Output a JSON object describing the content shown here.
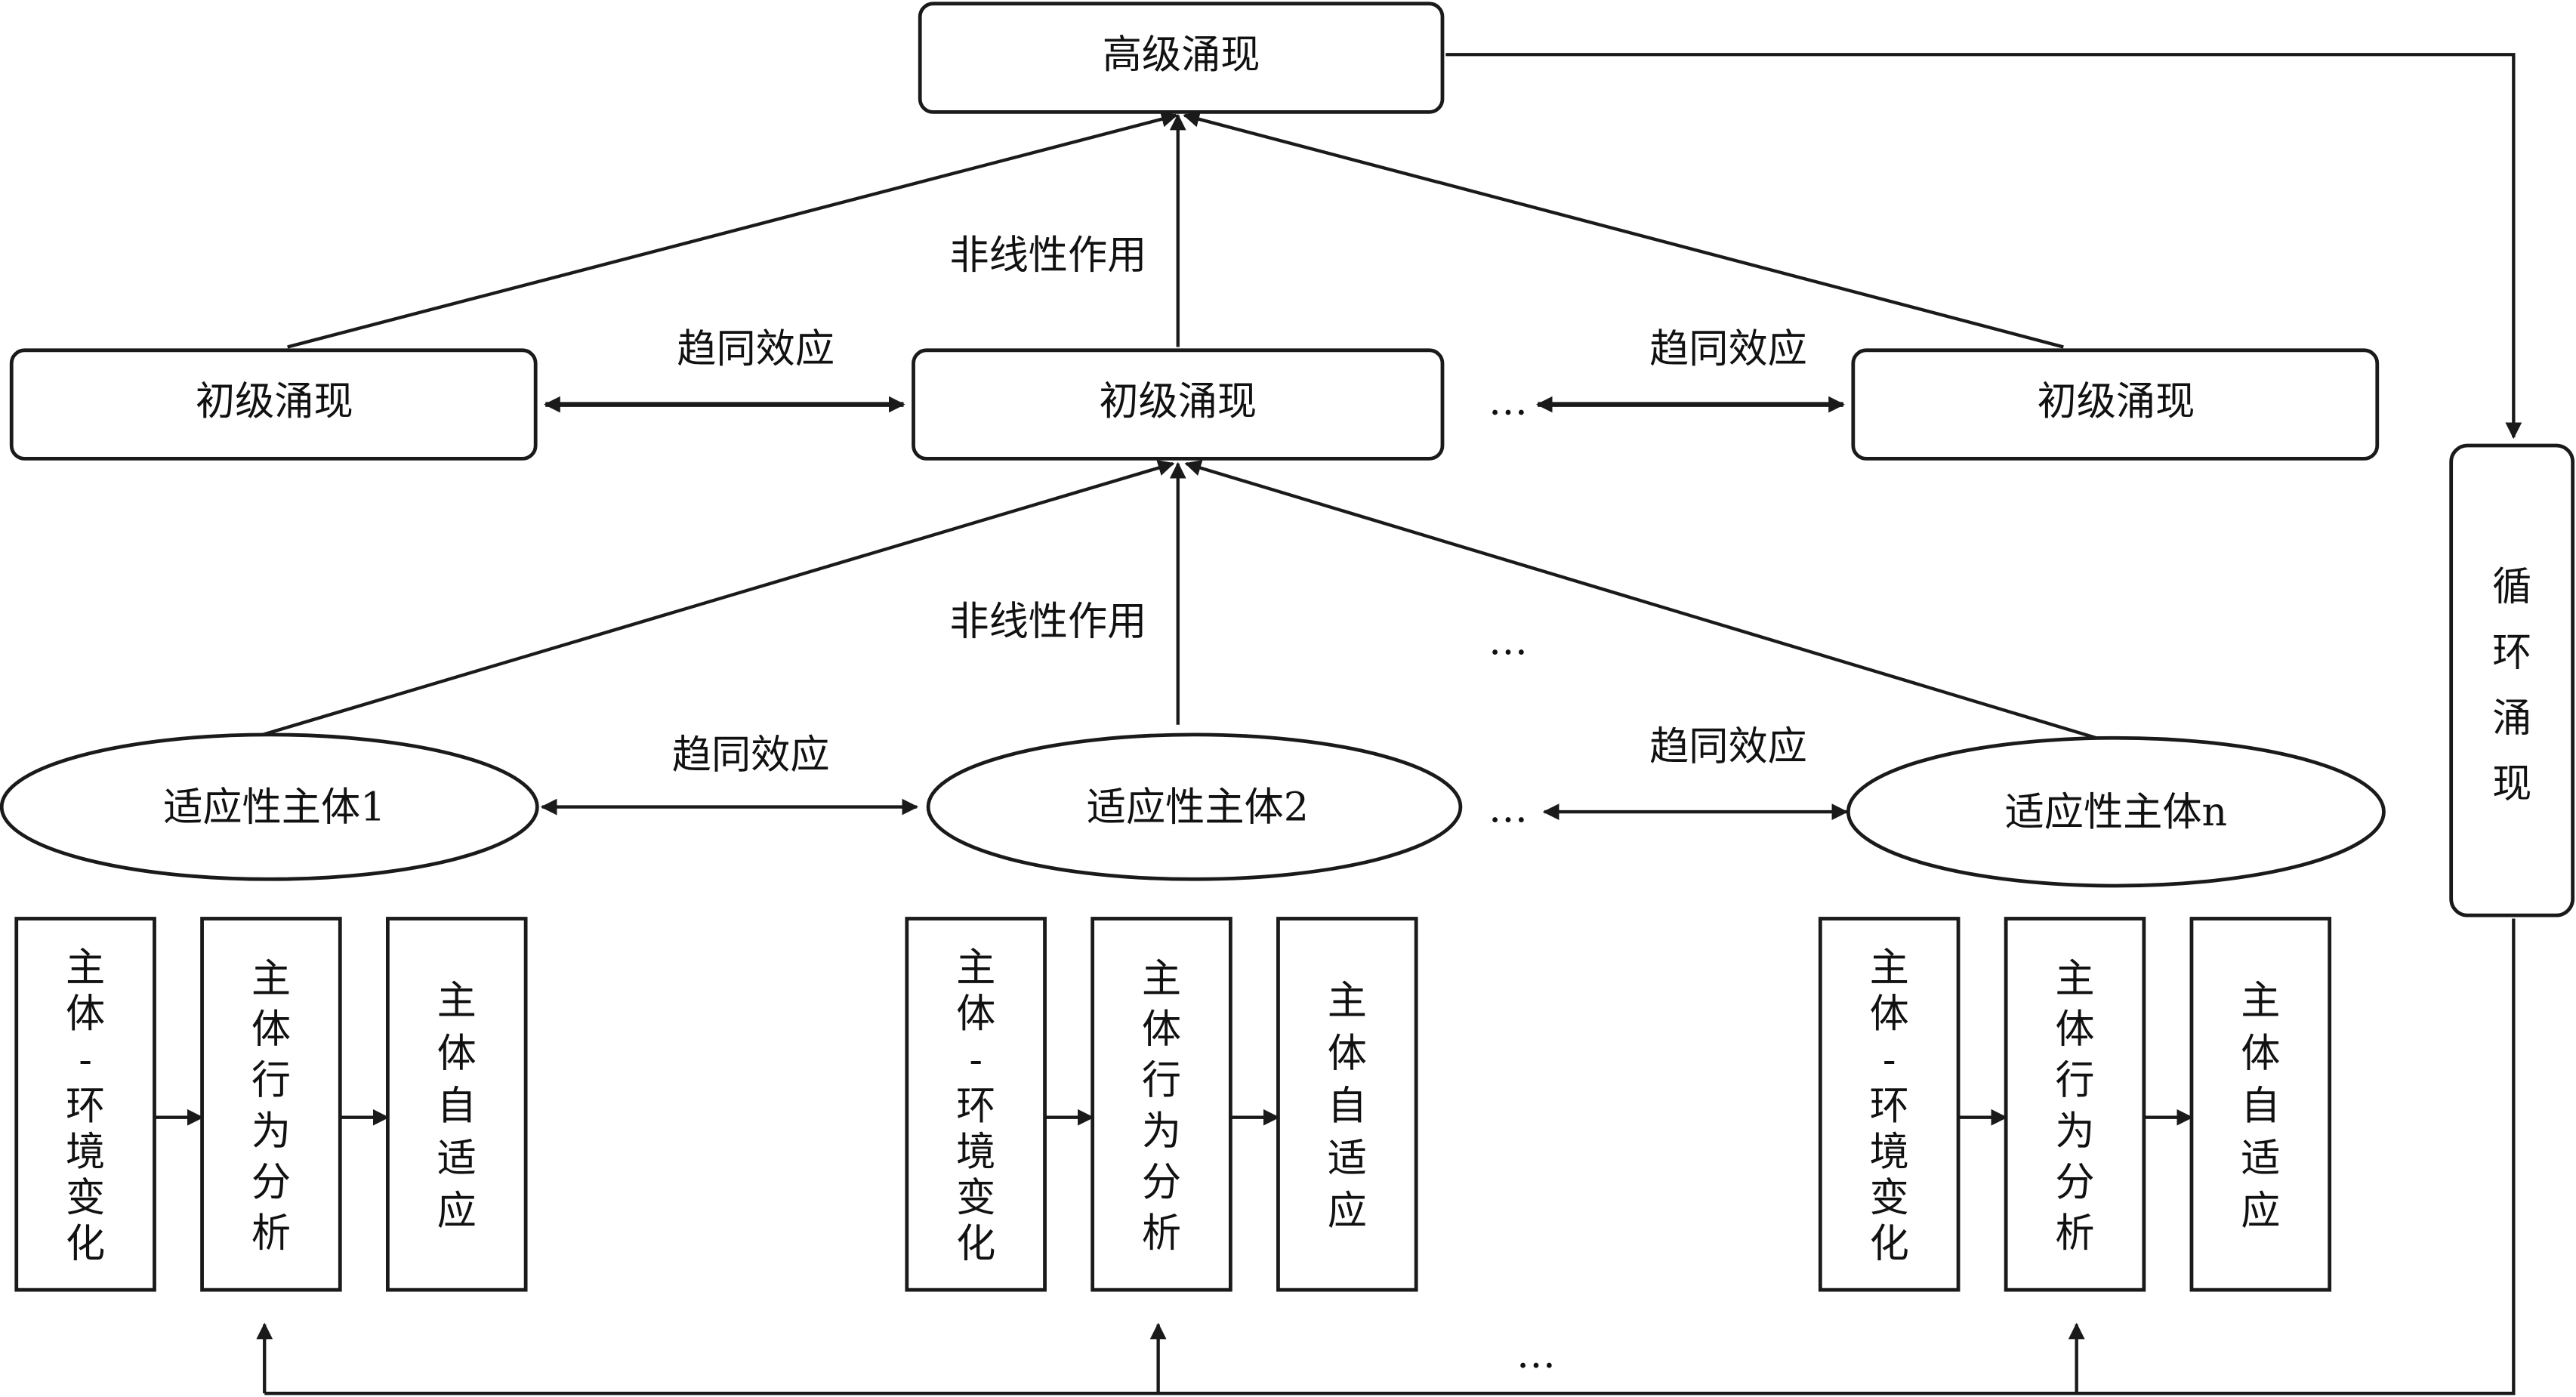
{
  "diagram": {
    "top": {
      "label": "高级涌现"
    },
    "primary": [
      {
        "label": "初级涌现"
      },
      {
        "label": "初级涌现"
      },
      {
        "label": "初级涌现"
      }
    ],
    "agents": [
      {
        "label": "适应性主体1"
      },
      {
        "label": "适应性主体2"
      },
      {
        "label": "适应性主体n"
      }
    ],
    "nonlinear_label": "非线性作用",
    "convergence_label": "趋同效应",
    "ellipsis": "…",
    "cycle": {
      "label": [
        "循",
        "环",
        "涌",
        "现"
      ]
    },
    "process_steps": [
      {
        "label": [
          "主",
          "体",
          "-",
          "环",
          "境",
          "变",
          "化"
        ]
      },
      {
        "label": [
          "主",
          "体",
          "行",
          "为",
          "分",
          "析"
        ]
      },
      {
        "label": [
          "主",
          "体",
          "自",
          "适",
          "应"
        ]
      }
    ]
  }
}
